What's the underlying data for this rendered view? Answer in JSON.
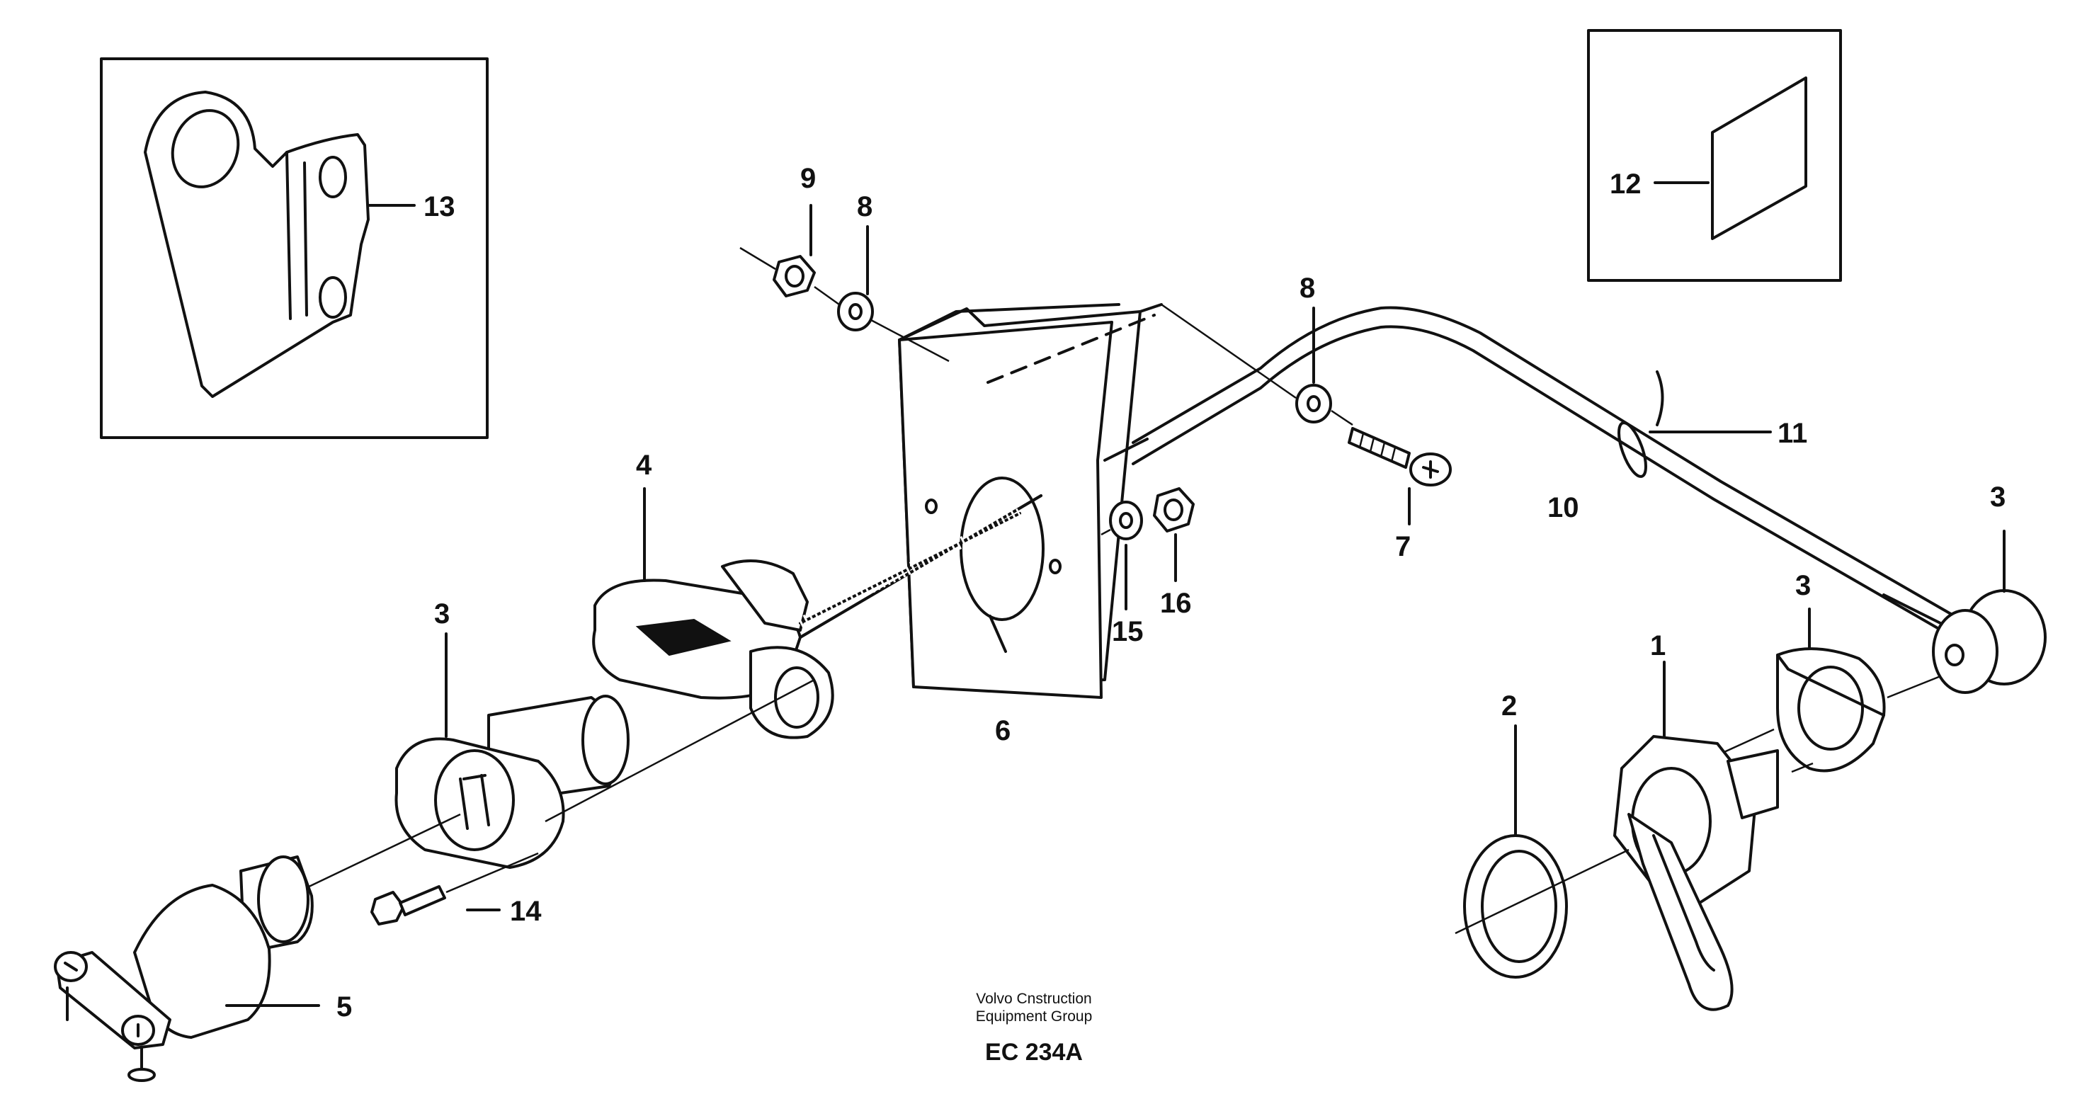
{
  "callouts": {
    "c1": "1",
    "c2": "2",
    "c3a": "3",
    "c3b": "3",
    "c3c": "3",
    "c4": "4",
    "c5": "5",
    "c6": "6",
    "c7": "7",
    "c8a": "8",
    "c8b": "8",
    "c9": "9",
    "c10": "10",
    "c11": "11",
    "c12": "12",
    "c13": "13",
    "c14": "14",
    "c15": "15",
    "c16": "16"
  },
  "footer": {
    "line1": "Volvo Cnstruction",
    "line2": "Equipment Group",
    "code": "EC 234A"
  }
}
